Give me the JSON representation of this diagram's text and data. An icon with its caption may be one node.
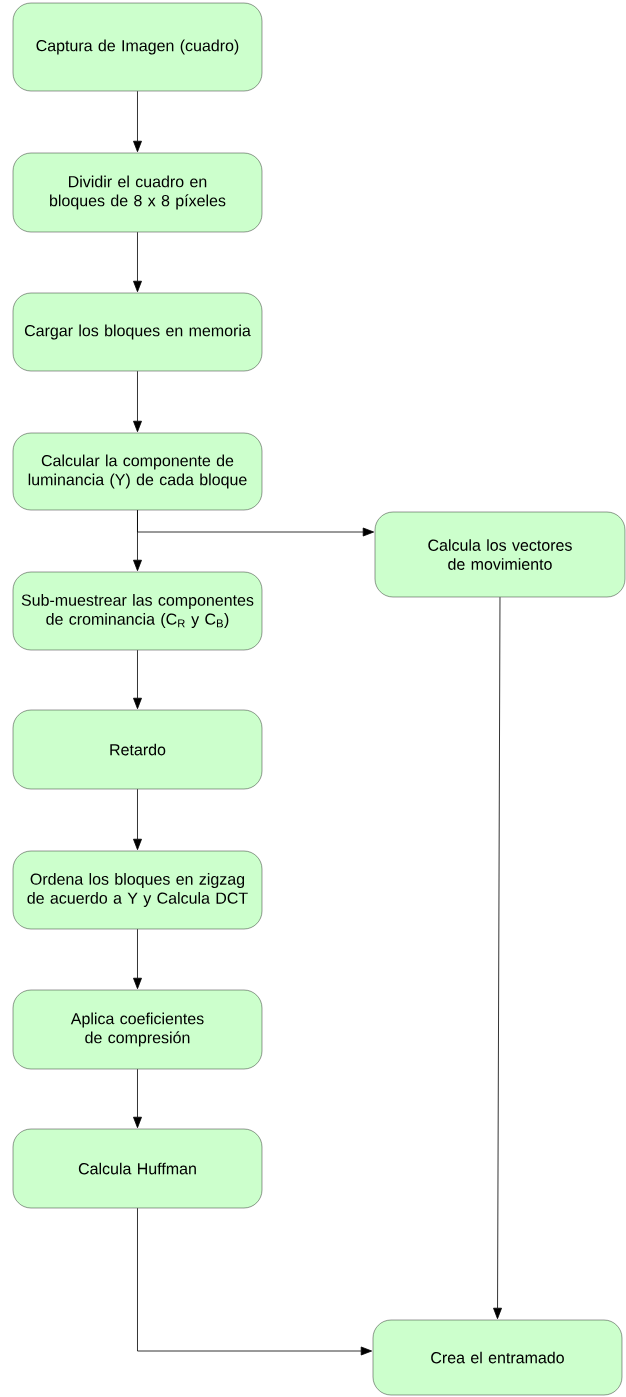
{
  "diagram": {
    "nodes": [
      {
        "text": [
          "Captura de Imagen (cuadro)"
        ]
      },
      {
        "text": [
          "Dividir el cuadro en bloques de 8 x 8 píxeles"
        ]
      },
      {
        "text": [
          "Cargar los bloques en memoria"
        ]
      },
      {
        "text": [
          "Calcular la componente de luminancia (Y) de cada bloque"
        ]
      },
      {
        "text": [
          "Calcula los vectores de movimiento"
        ]
      },
      {
        "text": [
          "Sub-muestrear las componentes de crominancia (C$_{R}$ y C$_{B}$)"
        ]
      },
      {
        "text": [
          "Retardo"
        ]
      },
      {
        "text": [
          "Ordena los bloques en zigzag de acuerdo a Y y Calcula DCT"
        ]
      },
      {
        "text": [
          "Aplica coeficientes de compresión"
        ]
      },
      {
        "text": [
          "Calcula Huffman"
        ]
      },
      {
        "text": [
          "Crea el entramado"
        ]
      }
    ],
    "edges": [
      {
        "from": 0,
        "to": 1,
        "arrow": "to"
      },
      {
        "from": 1,
        "to": 2,
        "arrow": "to"
      },
      {
        "from": 2,
        "to": 3,
        "arrow": "to"
      },
      {
        "from": 3,
        "to": 5,
        "arrow": "to"
      },
      {
        "from": 3,
        "to": 4,
        "arrow": "to"
      },
      {
        "from": 4,
        "to": 10,
        "arrow": "to"
      },
      {
        "from": 5,
        "to": 6,
        "arrow": "to"
      },
      {
        "from": 6,
        "to": 7,
        "arrow": "to"
      },
      {
        "from": 7,
        "to": 8,
        "arrow": "to"
      },
      {
        "from": 8,
        "to": 9,
        "arrow": "to"
      },
      {
        "from": 9,
        "to": 10,
        "arrow": "to"
      }
    ]
  }
}
